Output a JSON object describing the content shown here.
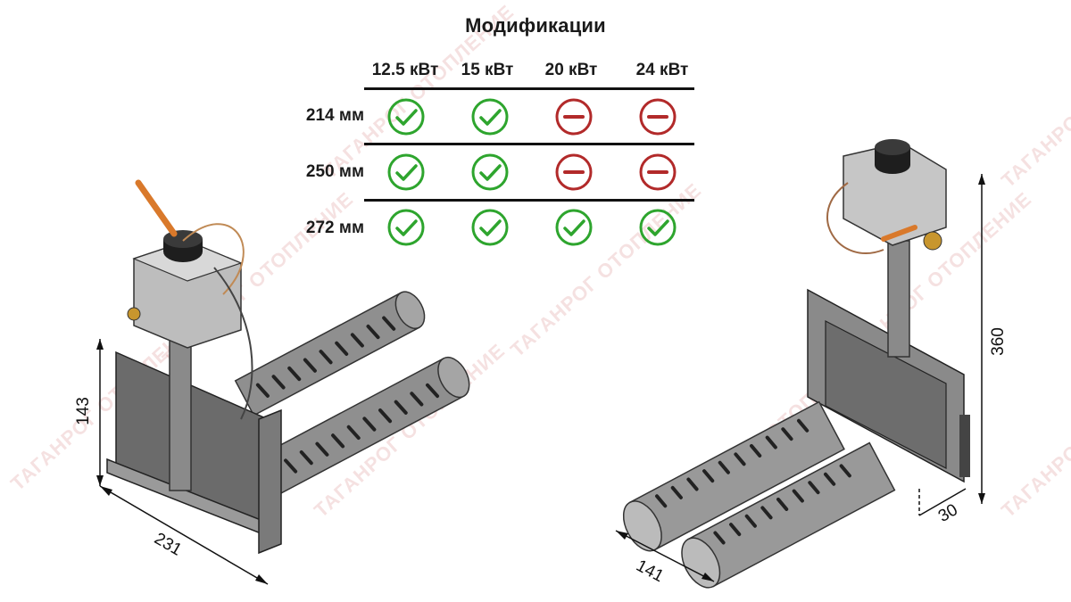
{
  "title": "Модификации",
  "columns": [
    "12.5 кВт",
    "15 кВт",
    "20 кВт",
    "24 кВт"
  ],
  "rows": [
    {
      "label": "214 мм",
      "cells": [
        "available",
        "available",
        "unavailable",
        "unavailable"
      ]
    },
    {
      "label": "250 мм",
      "cells": [
        "available",
        "available",
        "unavailable",
        "unavailable"
      ]
    },
    {
      "label": "272 мм",
      "cells": [
        "available",
        "available",
        "available",
        "available"
      ]
    }
  ],
  "status_icons": {
    "available": "check-circle-icon",
    "unavailable": "minus-circle-icon"
  },
  "colors": {
    "available": "#2ea52e",
    "unavailable": "#b22a2a",
    "text": "#1a1a1a"
  },
  "dimensions": {
    "left_height": "143",
    "left_length": "231",
    "right_height": "360",
    "right_width": "141",
    "right_depth": "30"
  },
  "watermark": "ТАГАНРОГ ОТОПЛЕНИЕ"
}
